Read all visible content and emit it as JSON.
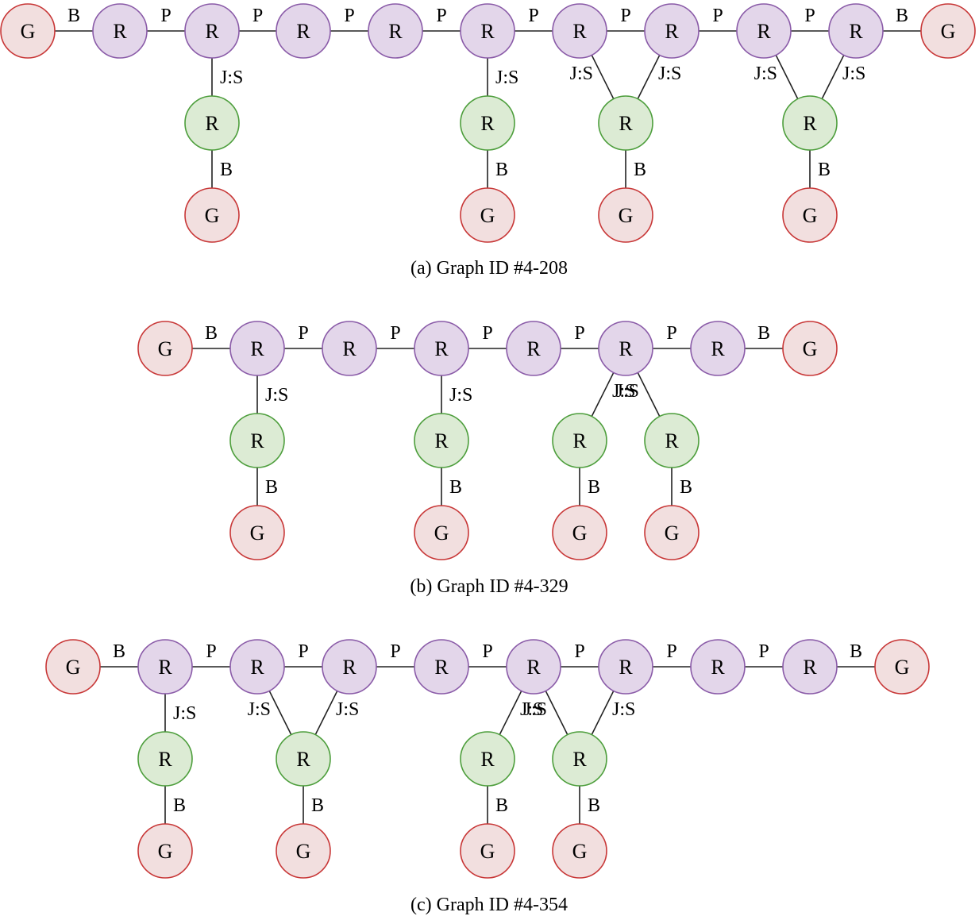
{
  "colors": {
    "G": {
      "fill": "#f2dfdf",
      "stroke": "#c83737"
    },
    "R_purple": {
      "fill": "#e3d6ea",
      "stroke": "#8a5ba8"
    },
    "R_green": {
      "fill": "#dcebd4",
      "stroke": "#4d9e3c"
    },
    "edge": "#222222",
    "text": "#000000"
  },
  "diagrams": [
    {
      "id": "a",
      "caption": "(a) Graph ID #4-208",
      "nodes": [
        {
          "id": "g0",
          "label": "G",
          "kind": "G"
        },
        {
          "id": "r1",
          "label": "R",
          "kind": "R_purple"
        },
        {
          "id": "r2",
          "label": "R",
          "kind": "R_purple"
        },
        {
          "id": "r3",
          "label": "R",
          "kind": "R_purple"
        },
        {
          "id": "r4",
          "label": "R",
          "kind": "R_purple"
        },
        {
          "id": "r5",
          "label": "R",
          "kind": "R_purple"
        },
        {
          "id": "r6",
          "label": "R",
          "kind": "R_purple"
        },
        {
          "id": "r7",
          "label": "R",
          "kind": "R_purple"
        },
        {
          "id": "r8",
          "label": "R",
          "kind": "R_purple"
        },
        {
          "id": "r9",
          "label": "R",
          "kind": "R_purple"
        },
        {
          "id": "g10",
          "label": "G",
          "kind": "G"
        },
        {
          "id": "s1",
          "label": "R",
          "kind": "R_green"
        },
        {
          "id": "s2",
          "label": "R",
          "kind": "R_green"
        },
        {
          "id": "s3",
          "label": "R",
          "kind": "R_green"
        },
        {
          "id": "s4",
          "label": "R",
          "kind": "R_green"
        },
        {
          "id": "gb1",
          "label": "G",
          "kind": "G"
        },
        {
          "id": "gb2",
          "label": "G",
          "kind": "G"
        },
        {
          "id": "gb3",
          "label": "G",
          "kind": "G"
        },
        {
          "id": "gb4",
          "label": "G",
          "kind": "G"
        }
      ],
      "edges": [
        {
          "from": "g0",
          "to": "r1",
          "label": "B"
        },
        {
          "from": "r1",
          "to": "r2",
          "label": "P"
        },
        {
          "from": "r2",
          "to": "r3",
          "label": "P"
        },
        {
          "from": "r3",
          "to": "r4",
          "label": "P"
        },
        {
          "from": "r4",
          "to": "r5",
          "label": "P"
        },
        {
          "from": "r5",
          "to": "r6",
          "label": "P"
        },
        {
          "from": "r6",
          "to": "r7",
          "label": "P"
        },
        {
          "from": "r7",
          "to": "r8",
          "label": "P"
        },
        {
          "from": "r8",
          "to": "r9",
          "label": "P"
        },
        {
          "from": "r9",
          "to": "g10",
          "label": "B"
        },
        {
          "from": "r2",
          "to": "s1",
          "label": "J:S"
        },
        {
          "from": "r5",
          "to": "s2",
          "label": "J:S"
        },
        {
          "from": "r6",
          "to": "s3",
          "label": "J:S"
        },
        {
          "from": "r7",
          "to": "s3",
          "label": "J:S"
        },
        {
          "from": "r8",
          "to": "s4",
          "label": "J:S"
        },
        {
          "from": "r9",
          "to": "s4",
          "label": "J:S"
        },
        {
          "from": "s1",
          "to": "gb1",
          "label": "B"
        },
        {
          "from": "s2",
          "to": "gb2",
          "label": "B"
        },
        {
          "from": "s3",
          "to": "gb3",
          "label": "B"
        },
        {
          "from": "s4",
          "to": "gb4",
          "label": "B"
        }
      ]
    },
    {
      "id": "b",
      "caption": "(b) Graph ID #4-329",
      "nodes": [
        {
          "id": "g0",
          "label": "G",
          "kind": "G"
        },
        {
          "id": "r1",
          "label": "R",
          "kind": "R_purple"
        },
        {
          "id": "r2",
          "label": "R",
          "kind": "R_purple"
        },
        {
          "id": "r3",
          "label": "R",
          "kind": "R_purple"
        },
        {
          "id": "r4",
          "label": "R",
          "kind": "R_purple"
        },
        {
          "id": "r5",
          "label": "R",
          "kind": "R_purple"
        },
        {
          "id": "r6",
          "label": "R",
          "kind": "R_purple"
        },
        {
          "id": "g7",
          "label": "G",
          "kind": "G"
        },
        {
          "id": "s1",
          "label": "R",
          "kind": "R_green"
        },
        {
          "id": "s2",
          "label": "R",
          "kind": "R_green"
        },
        {
          "id": "s3",
          "label": "R",
          "kind": "R_green"
        },
        {
          "id": "s4",
          "label": "R",
          "kind": "R_green"
        },
        {
          "id": "gb1",
          "label": "G",
          "kind": "G"
        },
        {
          "id": "gb2",
          "label": "G",
          "kind": "G"
        },
        {
          "id": "gb3",
          "label": "G",
          "kind": "G"
        },
        {
          "id": "gb4",
          "label": "G",
          "kind": "G"
        }
      ],
      "edges": [
        {
          "from": "g0",
          "to": "r1",
          "label": "B"
        },
        {
          "from": "r1",
          "to": "r2",
          "label": "P"
        },
        {
          "from": "r2",
          "to": "r3",
          "label": "P"
        },
        {
          "from": "r3",
          "to": "r4",
          "label": "P"
        },
        {
          "from": "r4",
          "to": "r5",
          "label": "P"
        },
        {
          "from": "r5",
          "to": "r6",
          "label": "P"
        },
        {
          "from": "r6",
          "to": "g7",
          "label": "B"
        },
        {
          "from": "r1",
          "to": "s1",
          "label": "J:S"
        },
        {
          "from": "r3",
          "to": "s2",
          "label": "J:S"
        },
        {
          "from": "r5",
          "to": "s3",
          "label": "J:S"
        },
        {
          "from": "r5",
          "to": "s4",
          "label": "J:S"
        },
        {
          "from": "s1",
          "to": "gb1",
          "label": "B"
        },
        {
          "from": "s2",
          "to": "gb2",
          "label": "B"
        },
        {
          "from": "s3",
          "to": "gb3",
          "label": "B"
        },
        {
          "from": "s4",
          "to": "gb4",
          "label": "B"
        }
      ]
    },
    {
      "id": "c",
      "caption": "(c) Graph ID #4-354",
      "nodes": [
        {
          "id": "g0",
          "label": "G",
          "kind": "G"
        },
        {
          "id": "r1",
          "label": "R",
          "kind": "R_purple"
        },
        {
          "id": "r2",
          "label": "R",
          "kind": "R_purple"
        },
        {
          "id": "r3",
          "label": "R",
          "kind": "R_purple"
        },
        {
          "id": "r4",
          "label": "R",
          "kind": "R_purple"
        },
        {
          "id": "r5",
          "label": "R",
          "kind": "R_purple"
        },
        {
          "id": "r6",
          "label": "R",
          "kind": "R_purple"
        },
        {
          "id": "r7",
          "label": "R",
          "kind": "R_purple"
        },
        {
          "id": "r8",
          "label": "R",
          "kind": "R_purple"
        },
        {
          "id": "g9",
          "label": "G",
          "kind": "G"
        },
        {
          "id": "s1",
          "label": "R",
          "kind": "R_green"
        },
        {
          "id": "s2",
          "label": "R",
          "kind": "R_green"
        },
        {
          "id": "s3",
          "label": "R",
          "kind": "R_green"
        },
        {
          "id": "s4",
          "label": "R",
          "kind": "R_green"
        },
        {
          "id": "gb1",
          "label": "G",
          "kind": "G"
        },
        {
          "id": "gb2",
          "label": "G",
          "kind": "G"
        },
        {
          "id": "gb3",
          "label": "G",
          "kind": "G"
        },
        {
          "id": "gb4",
          "label": "G",
          "kind": "G"
        }
      ],
      "edges": [
        {
          "from": "g0",
          "to": "r1",
          "label": "B"
        },
        {
          "from": "r1",
          "to": "r2",
          "label": "P"
        },
        {
          "from": "r2",
          "to": "r3",
          "label": "P"
        },
        {
          "from": "r3",
          "to": "r4",
          "label": "P"
        },
        {
          "from": "r4",
          "to": "r5",
          "label": "P"
        },
        {
          "from": "r5",
          "to": "r6",
          "label": "P"
        },
        {
          "from": "r6",
          "to": "r7",
          "label": "P"
        },
        {
          "from": "r7",
          "to": "r8",
          "label": "P"
        },
        {
          "from": "r8",
          "to": "g9",
          "label": "B"
        },
        {
          "from": "r1",
          "to": "s1",
          "label": "J:S"
        },
        {
          "from": "r2",
          "to": "s2",
          "label": "J:S"
        },
        {
          "from": "r3",
          "to": "s2",
          "label": "J:S"
        },
        {
          "from": "r5",
          "to": "s3",
          "label": "J:S"
        },
        {
          "from": "r5",
          "to": "s4",
          "label": "J:S"
        },
        {
          "from": "r6",
          "to": "s4",
          "label": "J:S"
        },
        {
          "from": "s1",
          "to": "gb1",
          "label": "B"
        },
        {
          "from": "s2",
          "to": "gb2",
          "label": "B"
        },
        {
          "from": "s3",
          "to": "gb3",
          "label": "B"
        },
        {
          "from": "s4",
          "to": "gb4",
          "label": "B"
        }
      ]
    }
  ]
}
